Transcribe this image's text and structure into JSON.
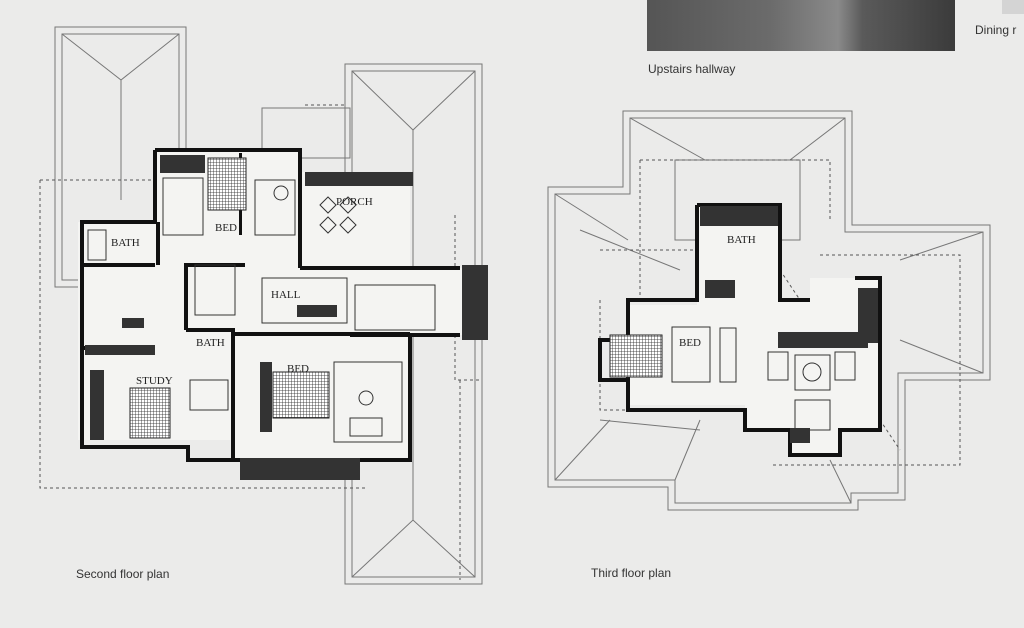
{
  "photos": [
    {
      "caption": "Upstairs hallway"
    },
    {
      "caption": "Dining r"
    }
  ],
  "plans": {
    "second_floor": {
      "caption": "Second floor plan",
      "rooms": [
        "BATH",
        "BED",
        "PORCH",
        "HALL",
        "BATH",
        "STUDY",
        "BED"
      ]
    },
    "third_floor": {
      "caption": "Third floor plan",
      "rooms": [
        "BATH",
        "BED"
      ]
    }
  }
}
